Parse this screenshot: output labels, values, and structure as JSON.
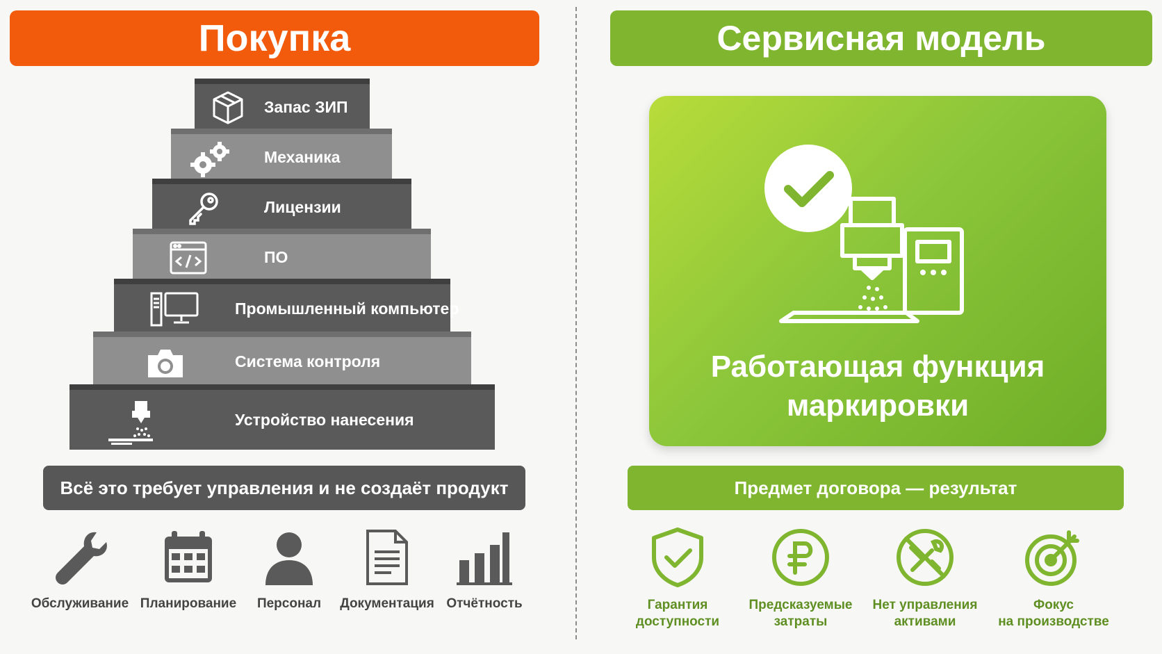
{
  "left": {
    "header": "Покупка",
    "pyramid": [
      {
        "label": "Запас ЗИП",
        "icon": "box-icon"
      },
      {
        "label": "Механика",
        "icon": "gears-icon"
      },
      {
        "label": "Лицензии",
        "icon": "key-icon"
      },
      {
        "label": "ПО",
        "icon": "code-window-icon"
      },
      {
        "label": "Промышленный компьютер",
        "icon": "computer-icon"
      },
      {
        "label": "Система контроля",
        "icon": "camera-icon"
      },
      {
        "label": "Устройство нанесения",
        "icon": "marking-head-icon"
      }
    ],
    "banner": "Всё это требует управления и не создаёт продукт",
    "bottom": [
      {
        "label": "Обслуживание",
        "icon": "wrench-icon"
      },
      {
        "label": "Планирование",
        "icon": "calendar-icon"
      },
      {
        "label": "Персонал",
        "icon": "person-icon"
      },
      {
        "label": "Документация",
        "icon": "document-icon"
      },
      {
        "label": "Отчётность",
        "icon": "bar-chart-icon"
      }
    ]
  },
  "right": {
    "header": "Сервисная модель",
    "card_title_line1": "Работающая функция",
    "card_title_line2": "маркировки",
    "banner": "Предмет договора — результат",
    "bottom": [
      {
        "line1": "Гарантия",
        "line2": "доступности",
        "icon": "shield-check-icon"
      },
      {
        "line1": "Предсказуемые",
        "line2": "затраты",
        "icon": "ruble-icon"
      },
      {
        "line1": "Нет управления",
        "line2": "активами",
        "icon": "no-tools-icon"
      },
      {
        "line1": "Фокус",
        "line2": "на производстве",
        "icon": "target-icon"
      }
    ]
  },
  "colors": {
    "orange": "#f25b0c",
    "green": "#7fb52f",
    "dark_gray": "#5a5a5a",
    "light_gray": "#8f8f8f"
  }
}
